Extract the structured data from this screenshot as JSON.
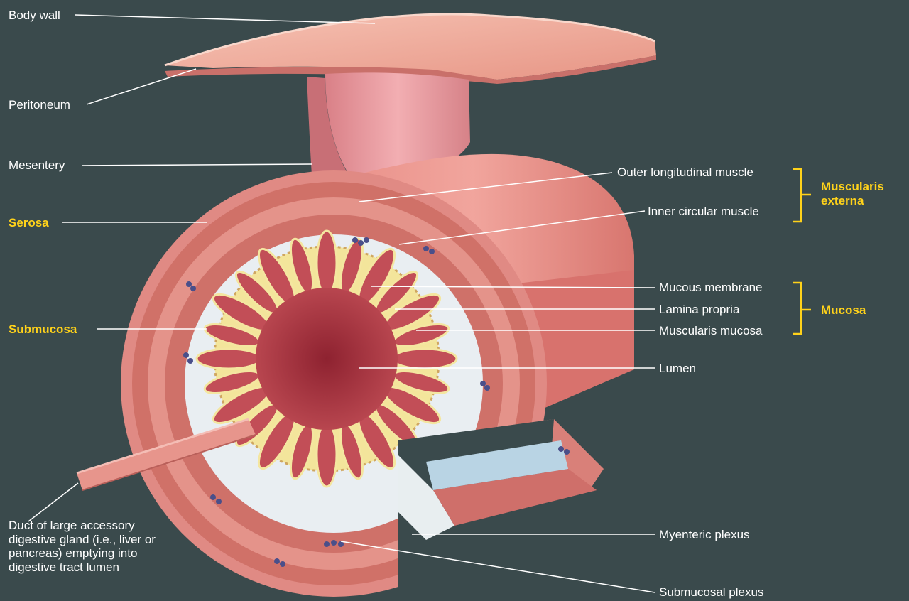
{
  "labels": {
    "body_wall": "Body wall",
    "peritoneum": "Peritoneum",
    "mesentery": "Mesentery",
    "serosa": "Serosa",
    "submucosa": "Submucosa",
    "duct": "Duct of large accessory digestive gland (i.e., liver or pancreas) emptying into digestive tract lumen",
    "outer_longitudinal_muscle": "Outer longitudinal muscle",
    "inner_circular_muscle": "Inner circular muscle",
    "muscularis_externa": "Muscularis externa",
    "mucous_membrane": "Mucous membrane",
    "lamina_propria": "Lamina propria",
    "muscularis_mucosa": "Muscularis mucosa",
    "mucosa": "Mucosa",
    "lumen": "Lumen",
    "myenteric_plexus": "Myenteric plexus",
    "submucosal_plexus": "Submucosal plexus"
  },
  "colors": {
    "background": "#3a4a4c",
    "label_text": "#ffffff",
    "group_label": "#ffd21a",
    "leader_line": "#ffffff",
    "muscle": "#e0867f",
    "submucosa": "#e8eef0",
    "lamina_propria": "#f2e69a",
    "mucosa": "#b5434c"
  }
}
